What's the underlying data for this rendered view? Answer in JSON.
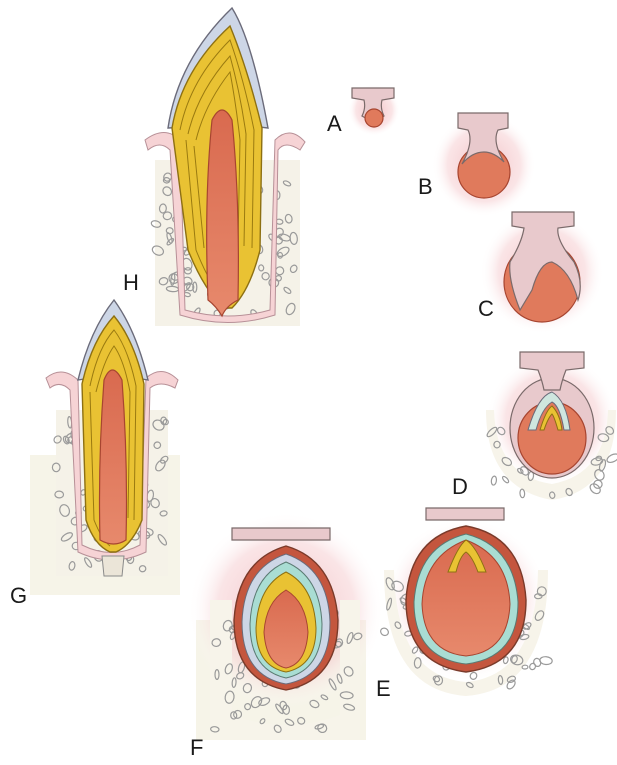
{
  "figure": {
    "stages": [
      {
        "id": "A",
        "label": "A"
      },
      {
        "id": "B",
        "label": "B"
      },
      {
        "id": "C",
        "label": "C"
      },
      {
        "id": "D",
        "label": "D"
      },
      {
        "id": "E",
        "label": "E"
      },
      {
        "id": "F",
        "label": "F"
      },
      {
        "id": "G",
        "label": "G"
      },
      {
        "id": "H",
        "label": "H"
      }
    ]
  },
  "colors": {
    "pulp": "#e07a5c",
    "pulp_dark": "#c4563e",
    "dentin": "#e9c233",
    "dentin_line": "#9a7a10",
    "enamel": "#c9d3e3",
    "ameloblast": "#a9ddd3",
    "soft_tissue": "#f6d3d5",
    "glow": "#f2b8bd",
    "epithelium": "#e8c9cc",
    "bone_fill": "#f7f4ea",
    "bone_line": "#8a8a8a",
    "outline": "#5a4a4a"
  }
}
